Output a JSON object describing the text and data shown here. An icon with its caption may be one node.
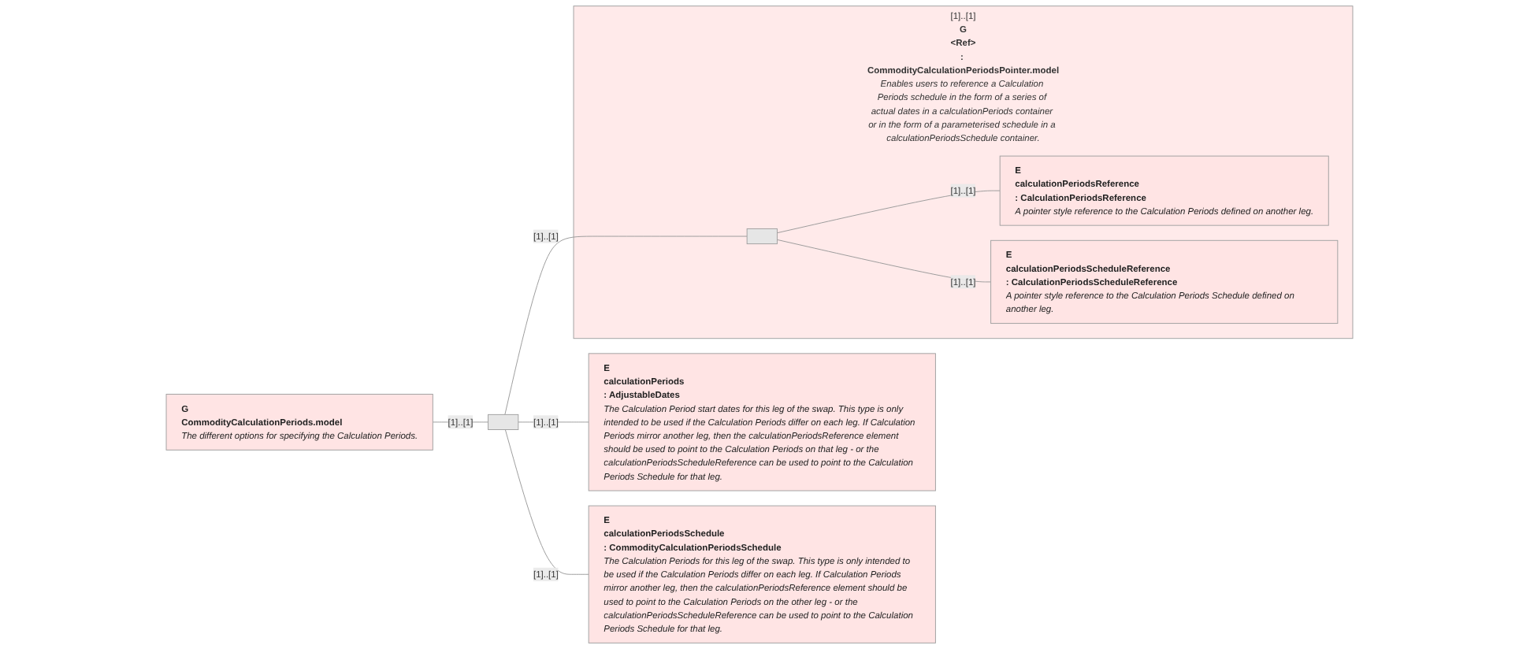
{
  "diagram": {
    "nodes": [
      {
        "text": [
          "G",
          "CommodityCalculationPeriods.model",
          "The different options for specifying the Calculation Periods."
        ]
      },
      {
        "text": [],
        "shape": "box"
      },
      {
        "text": [
          "E",
          "calculationPeriods",
          ": AdjustableDates",
          "The Calculation Period start dates for this leg of the swap. This type is only intended to be used if the Calculation Periods differ on each leg. If Calculation Periods mirror another leg, then the calculationPeriodsReference element should be used to point to the Calculation Periods on that leg - or the calculationPeriodsScheduleReference can be used to point to the Calculation Periods Schedule for that leg."
        ]
      },
      {
        "text": [
          "E",
          "calculationPeriodsSchedule",
          ": CommodityCalculationPeriodsSchedule",
          "The Calculation Periods for this leg of the swap. This type is only intended to be used if the Calculation Periods differ on each leg. If Calculation Periods mirror another leg, then the calculationPeriodsReference element should be used to point to the Calculation Periods on the other leg - or the calculationPeriodsScheduleReference can be used to point to the Calculation Periods Schedule for that leg."
        ]
      },
      {
        "text": [
          "G",
          "<Ref>",
          ": CommodityCalculationPeriodsPointer.model",
          "Enables users to reference a Calculation Periods schedule in the form of a series of actual dates in a calculationPeriods container or in the form of a parameterised schedule in a calculationPeriodsSchedule container."
        ],
        "beside": [
          "[1]..[1]"
        ]
      },
      {
        "text": [],
        "shape": "box",
        "in": 4
      },
      {
        "text": [
          "E",
          "calculationPeriodsReference",
          ": CalculationPeriodsReference",
          "A pointer style reference to the Calculation Periods defined on another leg."
        ],
        "in": 4
      },
      {
        "text": [
          "E",
          "calculationPeriodsScheduleReference",
          ": CalculationPeriodsScheduleReference",
          "A pointer style reference to the Calculation Periods Schedule defined on another leg."
        ],
        "in": 4
      }
    ],
    "edges": [
      {
        "from": 0,
        "to": 1,
        "arrow": "none",
        "label": "[1]..[1]"
      },
      {
        "from": 1,
        "to": 2,
        "arrow": "none",
        "label": "[1]..[1]"
      },
      {
        "from": 1,
        "to": 3,
        "arrow": "none",
        "label": "[1]..[1]"
      },
      {
        "from": 1,
        "to": 5,
        "arrow": "none",
        "label": "[1]..[1]"
      },
      {
        "from": 5,
        "to": 6,
        "arrow": "none",
        "label": "[1]..[1]"
      },
      {
        "from": 5,
        "to": 7,
        "arrow": "none",
        "label": "[1]..[1]"
      }
    ]
  }
}
